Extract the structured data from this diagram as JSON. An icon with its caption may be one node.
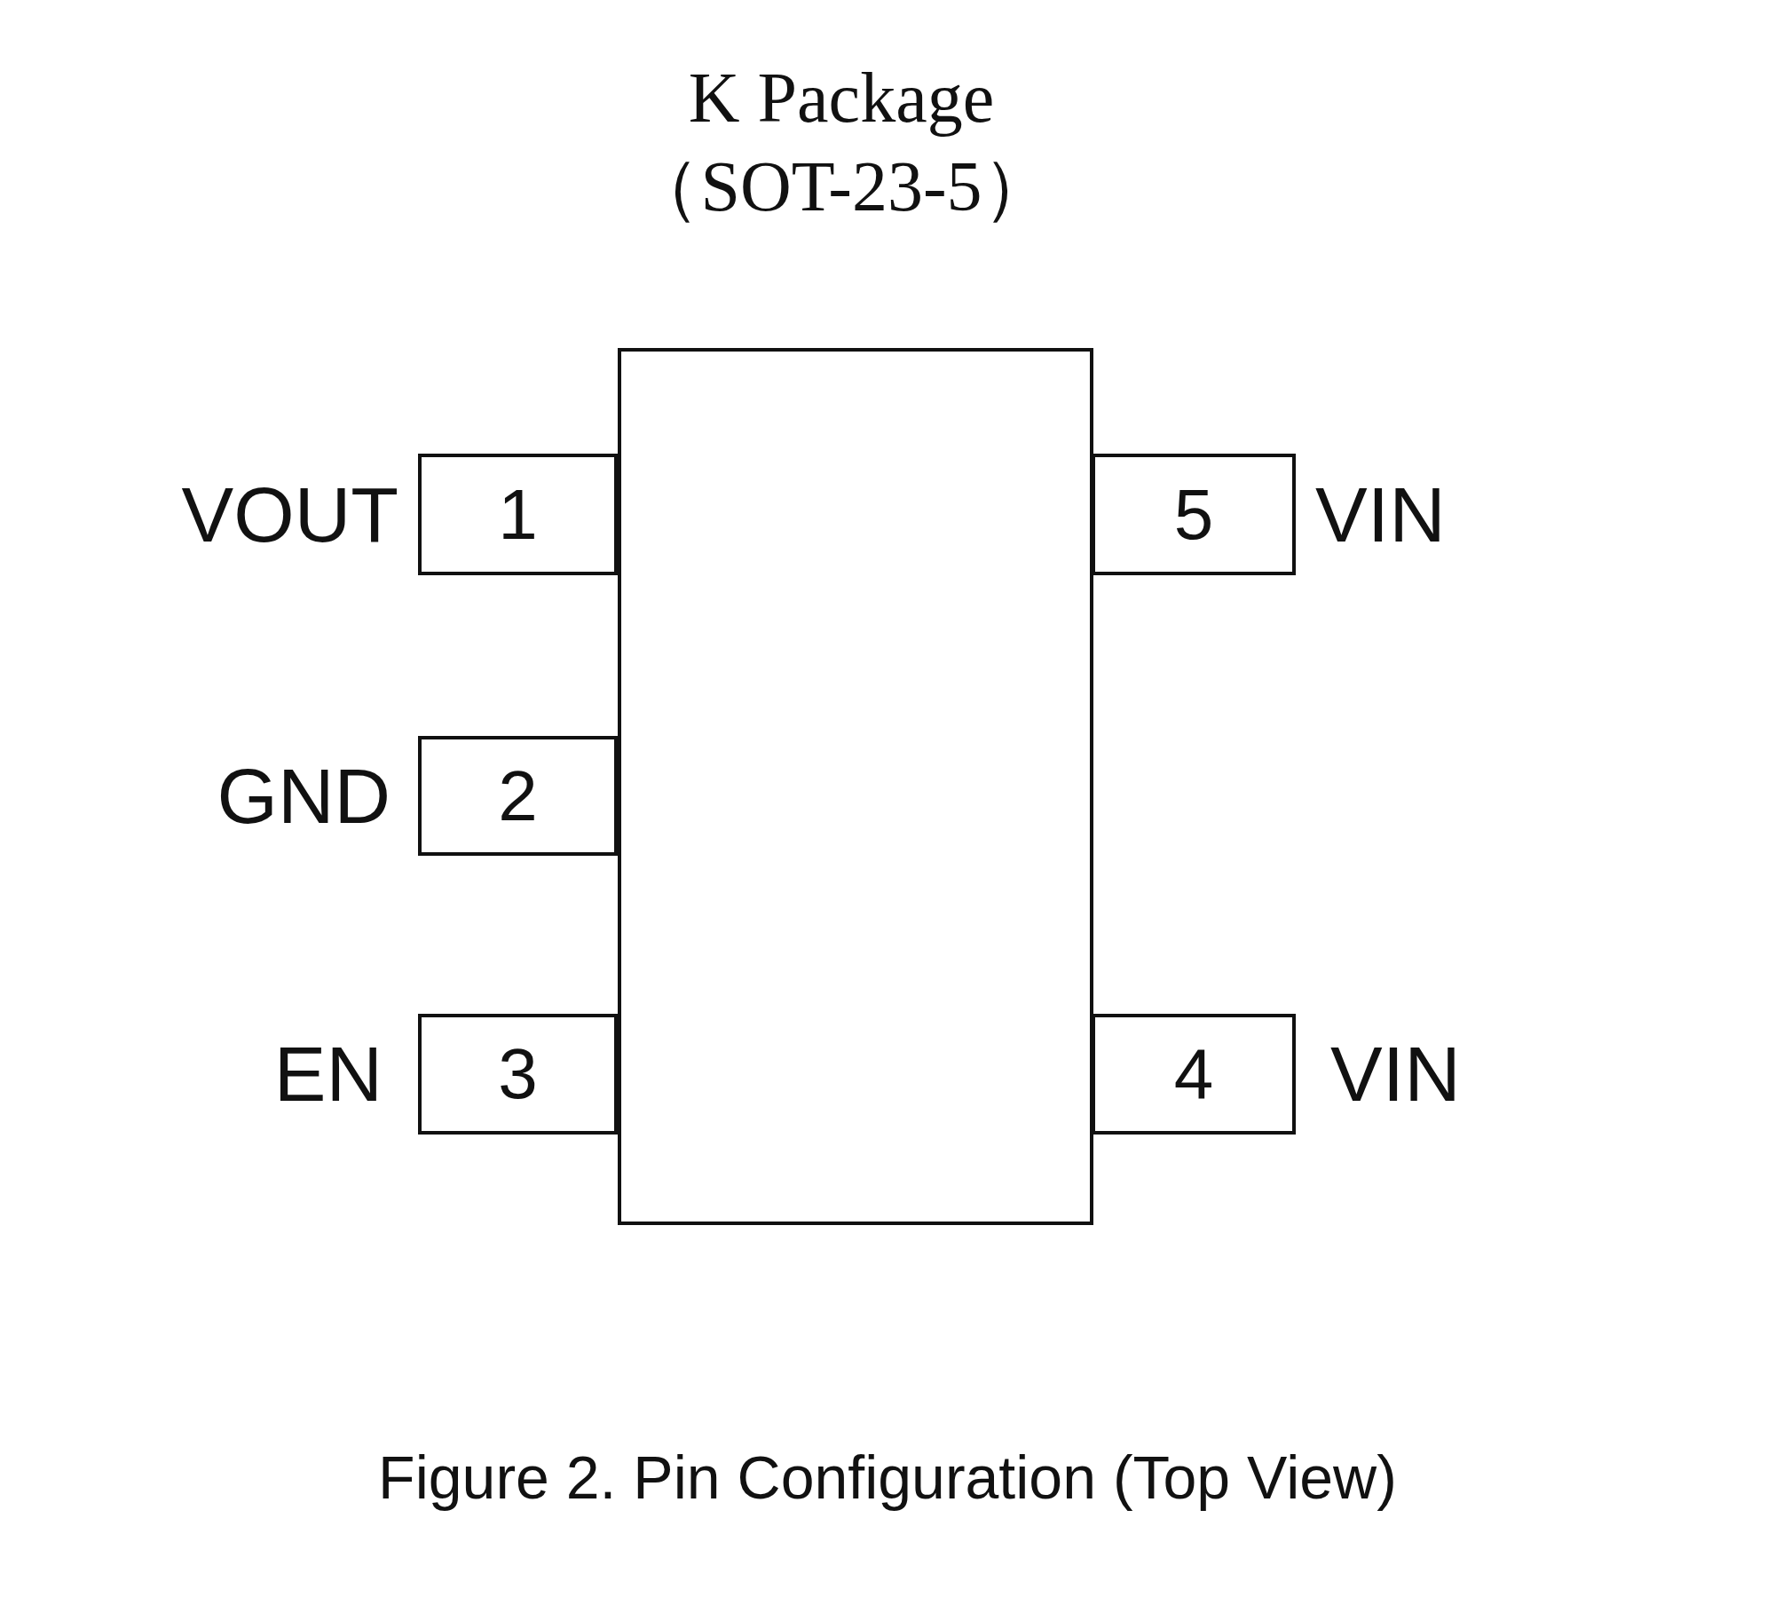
{
  "diagram": {
    "title": "K Package （SOT-23-5）",
    "caption": "Figure 2. Pin Configuration (Top View)",
    "nodes": [
      {
        "text": [],
        "shape": "box"
      },
      {
        "text": [
          "1"
        ],
        "beside": [
          "VOUT"
        ]
      },
      {
        "text": [
          "2"
        ],
        "beside": [
          "GND"
        ]
      },
      {
        "text": [
          "3"
        ],
        "beside": [
          "EN"
        ]
      },
      {
        "text": [
          "5"
        ],
        "beside": [
          "VIN"
        ]
      },
      {
        "text": [
          "4"
        ],
        "beside": [
          "VIN"
        ]
      }
    ]
  }
}
